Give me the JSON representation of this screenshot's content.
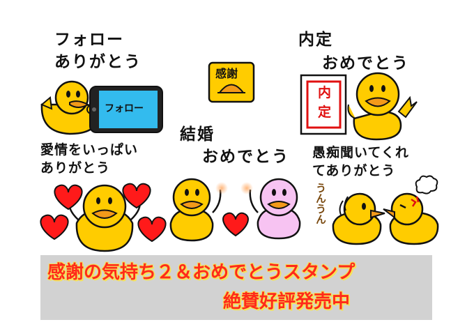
{
  "stickers": {
    "follow": {
      "line1": "フォロー",
      "line2": "ありがとう",
      "phone_label": "フォロー"
    },
    "thanks_badge": {
      "label": "感謝"
    },
    "naitei": {
      "line1": "内定",
      "line2": "おめでとう",
      "sign_line1": "内",
      "sign_line2": "定"
    },
    "love": {
      "line1": "愛情をいっぱい",
      "line2": "ありがとう"
    },
    "wedding": {
      "line1": "結婚",
      "line2": "おめでとう"
    },
    "complaint": {
      "line1": "愚痴聞いてくれ",
      "line2": "てありがとう",
      "nod_text": "うんうん"
    }
  },
  "banner": {
    "line1": "感謝の気持ち２＆おめでとうスタンプ",
    "line2": "絶賛好評発売中"
  },
  "colors": {
    "duck_body": "#ffcc00",
    "duck_beak": "#f39a1a",
    "heart": "#ff1a1a",
    "pink_duck": "#f7c3f2",
    "phone_screen": "#33bbee",
    "banner_bg": "#d2d2d2",
    "banner_text": "#ff2a1a",
    "banner_outline": "#f5e25a"
  }
}
